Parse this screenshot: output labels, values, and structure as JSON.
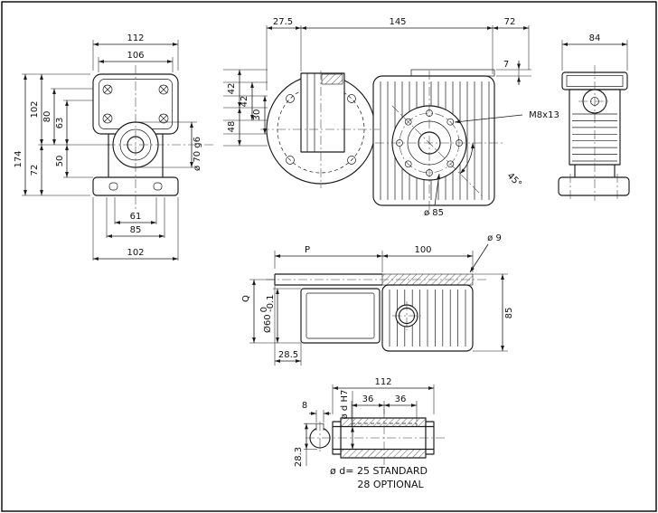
{
  "views": {
    "front": {
      "w112": "112",
      "w106": "106",
      "h174": "174",
      "h102": "102",
      "h80": "80",
      "h63": "63",
      "h72": "72",
      "h50": "50",
      "b61": "61",
      "b85": "85",
      "b102": "102",
      "boss": "ø 70 g6"
    },
    "input": {
      "d27_5": "27.5",
      "d145": "145",
      "d72": "72",
      "d42a": "42",
      "d42b": "42",
      "d30": "30",
      "d48": "48",
      "d7": "7",
      "thread": "M8x13",
      "angle": "45°",
      "boltCircle": "ø 85"
    },
    "rear": {
      "w84": "84"
    },
    "side": {
      "p": "P",
      "d100": "100",
      "hole": "ø 9",
      "q": "Q",
      "spigot": "Ø60",
      "tolUp": "0",
      "tolDn": "-0.1",
      "h85": "85",
      "d28_5": "28.5"
    },
    "shaft": {
      "l112": "112",
      "k36a": "36",
      "k36b": "36",
      "key8": "8",
      "bore": "ø d H7",
      "d28_3": "28.3",
      "note1": "ø d= 25 STANDARD",
      "note2": "28 OPTIONAL"
    }
  },
  "colors": {
    "line": "#1a1a1a",
    "background": "#ffffff"
  }
}
